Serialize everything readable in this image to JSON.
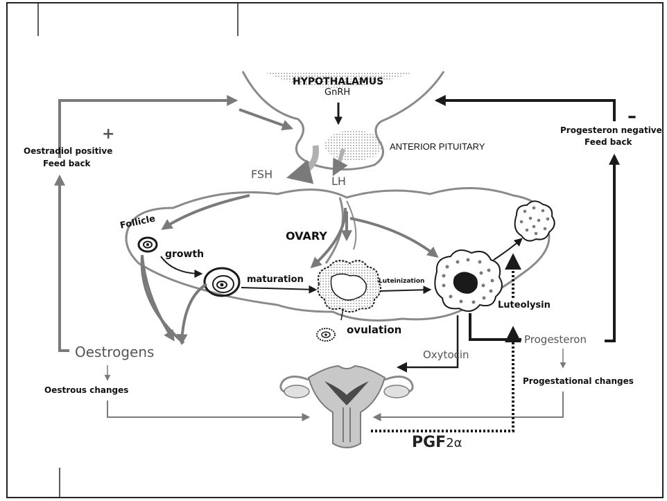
{
  "labels": {
    "hypothalamus": "HYPOTHALAMUS",
    "gnrh": "GnRH",
    "anterior_pituitary": "ANTERIOR PITUITARY",
    "fsh": "FSH",
    "lh": "LH",
    "ovary": "OVARY",
    "follicle": "Follicle",
    "growth": "growth",
    "maturation": "maturation",
    "luteinization": "Luteinization",
    "ovulation": "ovulation",
    "luteolysin": "Luteolysin",
    "oestrogens": "Oestrogens",
    "progesteron": "Progesteron",
    "oxytocin": "Oxytocin",
    "oestrous_changes": "Oestrous changes",
    "progestational_changes": "Progestational changes",
    "pgf_main": "PGF",
    "pgf_sub": "2α",
    "positive_sign": "+",
    "positive_feedback_line1": "Oestradiol positive",
    "positive_feedback_line2": "Feed back",
    "negative_sign": "–",
    "negative_feedback_line1": "Progesteron negative",
    "negative_feedback_line2": "Feed back"
  },
  "colors": {
    "arrow_gray": "#7a7a7a",
    "outline_gray": "#8a8a8a",
    "dark": "#1a1a1a",
    "dotted_fill": "#9a9a9a"
  }
}
